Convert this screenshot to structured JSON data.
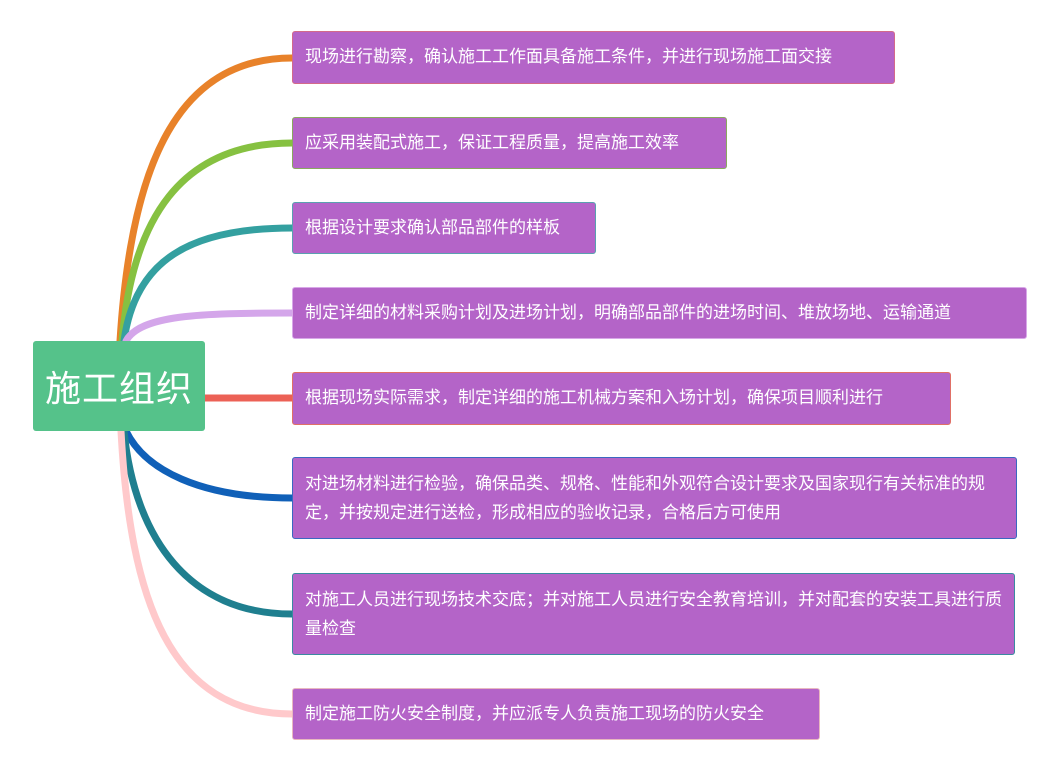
{
  "root": {
    "label": "施工组织",
    "color": "#55c28a"
  },
  "branches": [
    {
      "text": "现场进行勘察，确认施工工作面具备施工条件，并进行现场施工面交接",
      "color": "#e8822a"
    },
    {
      "text": "应采用装配式施工，保证工程质量，提高施工效率",
      "color": "#86c141"
    },
    {
      "text": "根据设计要求确认部品部件的样板",
      "color": "#34a0a0"
    },
    {
      "text": "制定详细的材料采购计划及进场计划，明确部品部件的进场时间、堆放场地、运输通道",
      "color": "#d4a6ea"
    },
    {
      "text": "根据现场实际需求，制定详细的施工机械方案和入场计划，确保项目顺利进行",
      "color": "#ec6156"
    },
    {
      "text": "对进场材料进行检验，确保品类、规格、性能和外观符合设计要求及国家现行有关标准的规定，并按规定进行送检，形成相应的验收记录，合格后方可使用",
      "color": "#1060b8"
    },
    {
      "text": "对施工人员进行现场技术交底；并对施工人员进行安全教育培训，并对配套的安装工具进行质量检查",
      "color": "#1f7f8f"
    },
    {
      "text": "制定施工防火安全制度，并应派专人负责施工现场的防火安全",
      "color": "#ffc9cb"
    }
  ],
  "node_fill": "#b464c8"
}
